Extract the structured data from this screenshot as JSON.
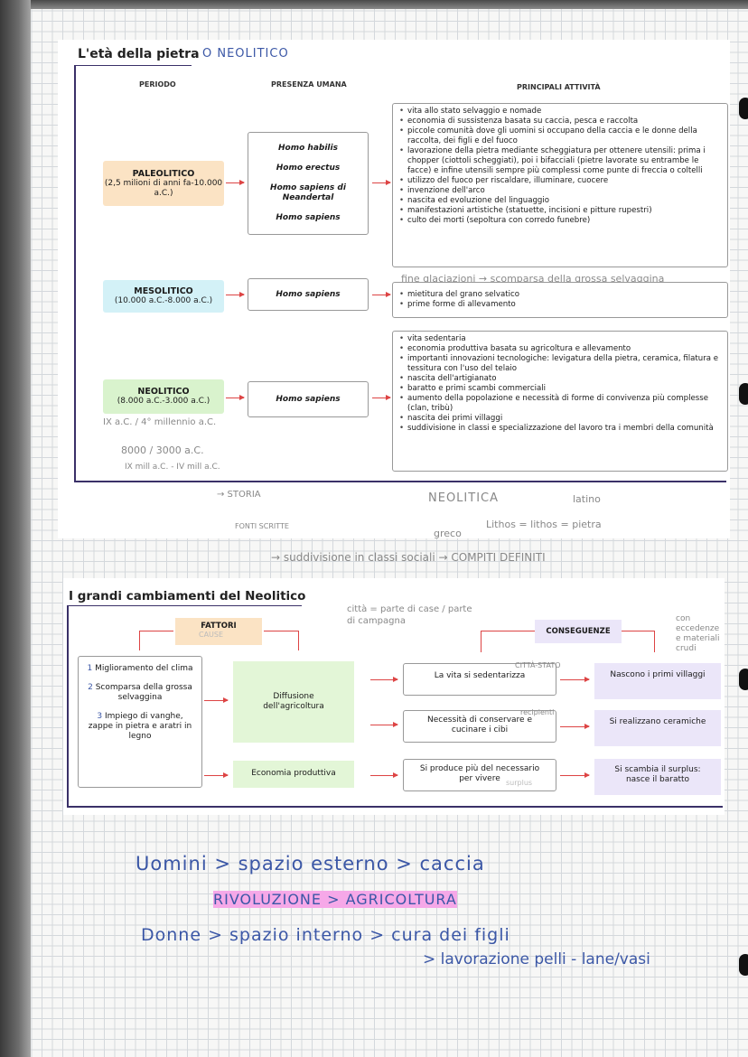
{
  "section1": {
    "title": "L'età della pietra",
    "headers": {
      "period": "PERIODO",
      "presence": "PRESENZA UMANA",
      "activities": "PRINCIPALI ATTIVITÀ"
    },
    "paleolitico": {
      "name": "PALEOLITICO",
      "dates": "(2,5 milioni di anni fa-10.000 a.C.)",
      "humans": [
        "Homo habilis",
        "Homo erectus",
        "Homo sapiens di Neandertal",
        "Homo sapiens"
      ],
      "activities": [
        "vita allo stato selvaggio e nomade",
        "economia di sussistenza basata su caccia, pesca e raccolta",
        "piccole comunità dove gli uomini si occupano della caccia e le donne della raccolta, dei figli e del fuoco",
        "lavorazione della pietra mediante scheggiatura per ottenere utensili: prima i chopper (ciottoli scheggiati), poi i bifacciali (pietre lavorate su entrambe le facce) e infine utensili sempre più complessi come punte di freccia o coltelli",
        "utilizzo del fuoco per riscaldare, illuminare, cuocere",
        "invenzione dell'arco",
        "nascita ed evoluzione del linguaggio",
        "manifestazioni artistiche (statuette, incisioni e pitture rupestri)",
        "culto dei morti (sepoltura con corredo funebre)"
      ]
    },
    "mesolitico": {
      "name": "MESOLITICO",
      "dates": "(10.000 a.C.-8.000 a.C.)",
      "humans": [
        "Homo sapiens"
      ],
      "activities": [
        "mietitura del grano selvatico",
        "prime forme di allevamento"
      ]
    },
    "neolitico": {
      "name": "NEOLITICO",
      "dates": "(8.000 a.C.-3.000 a.C.)",
      "humans": [
        "Homo sapiens"
      ],
      "activities": [
        "vita sedentaria",
        "economia produttiva basata su agricoltura e allevamento",
        "importanti innovazioni tecnologiche: levigatura della pietra, ceramica, filatura e tessitura con l'uso del telaio",
        "nascita dell'artigianato",
        "baratto e primi scambi commerciali",
        "aumento della popolazione e necessità di forme di convivenza più complesse (clan, tribù)",
        "nascita dei primi villaggi",
        "suddivisione in classi e specializzazione del lavoro tra i membri della comunità"
      ]
    }
  },
  "section2": {
    "title": "I grandi cambiamenti del Neolitico",
    "factors_label": "FATTORI",
    "consequences_label": "CONSEGUENZE",
    "factors": [
      "Miglioramento del clima",
      "Scomparsa della grossa selvaggina",
      "Impiego di vanghe, zappe in pietra e aratri in legno"
    ],
    "middle": [
      "Diffusione dell'agricoltura",
      "Economia produttiva"
    ],
    "effects": [
      "La vita si sedentarizza",
      "Necessità di conservare e cucinare i cibi",
      "Si produce più del necessario per vivere"
    ],
    "consequences": [
      "Nascono i primi villaggi",
      "Si realizzano ceramiche",
      "Si scambia il surplus: nasce il baratto"
    ]
  },
  "handwriting": {
    "title_note": "O NEOLITICO",
    "mesolitico_note": "fine glaciazioni → scomparsa della grossa selvaggina",
    "neolitico_note1": "IX a.C. / 4° millennio a.C.",
    "neolitico_note2": "8000 / 3000 a.C.",
    "neolitico_note3": "IX mill a.C. - IV mill a.C.",
    "storia": "→ STORIA",
    "fonti": "FONTI SCRITTE",
    "neolitica": "NEOLITICA",
    "latino": "latino",
    "greco": "greco",
    "lithos": "Lithos = lithos = pietra",
    "suddivisione": "→ suddivisione in classi sociali → COMPITI DEFINITI",
    "cause": "CAUSE",
    "citta": "città = parte di case / parte di campagna",
    "con_ecc": "con eccedenze e materiali crudi",
    "citta_stato": "CITTÀ-STATO",
    "recipienti": "recipienti",
    "surplus": "surplus",
    "line1": "Uomini > spazio esterno > caccia",
    "line2": "RIVOLUZIONE > AGRICOLTURA",
    "line3": "Donne > spazio interno > cura dei figli",
    "line4": "> lavorazione pelli - lane/vasi"
  }
}
